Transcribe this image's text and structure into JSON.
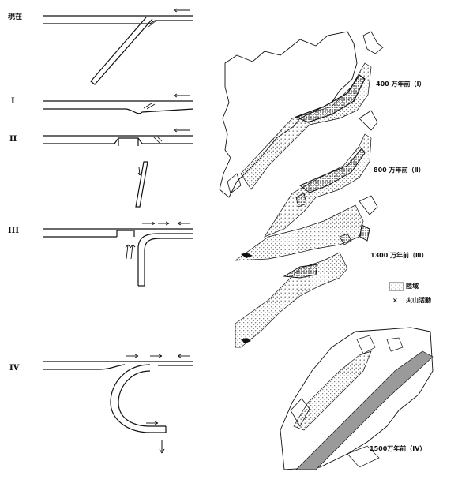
{
  "stages_left": {
    "present": "現在",
    "s1": "I",
    "s2": "II",
    "s3": "III",
    "s4": "IV"
  },
  "maps": {
    "m1": "400 万年前（Ⅰ）",
    "m2": "800 万年前（Ⅱ）",
    "m3": "1300 万年前（Ⅲ）",
    "m4": "1500万年前（IV）"
  },
  "legend": {
    "land": "陸域",
    "volcano_mark": "×",
    "volcano": "火山活動"
  },
  "colors": {
    "ink": "#111111",
    "stipple": "#555555",
    "shade": "#9a9a9a",
    "paper": "#ffffff"
  }
}
